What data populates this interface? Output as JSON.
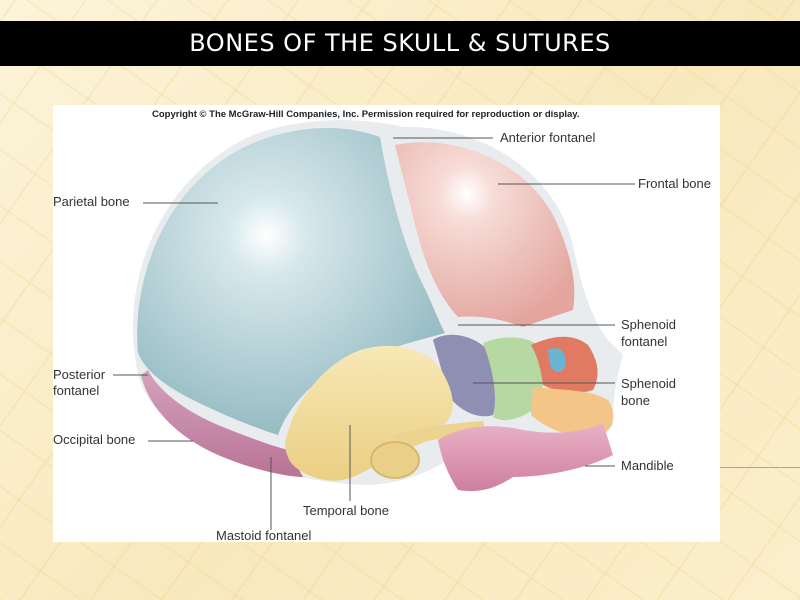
{
  "slide": {
    "title": "BONES OF THE SKULL & SUTURES"
  },
  "figure": {
    "copyright": "Copyright © The McGraw-Hill Companies, Inc. Permission required for reproduction or display.",
    "labels": {
      "anterior_fontanel": "Anterior fontanel",
      "frontal_bone": "Frontal bone",
      "parietal_bone": "Parietal bone",
      "sphenoid_fontanel_1": "Sphenoid",
      "sphenoid_fontanel_2": "fontanel",
      "posterior_fontanel_1": "Posterior",
      "posterior_fontanel_2": "fontanel",
      "sphenoid_bone_1": "Sphenoid",
      "sphenoid_bone_2": "bone",
      "occipital_bone": "Occipital bone",
      "mandible": "Mandible",
      "temporal_bone": "Temporal bone",
      "mastoid_fontanel": "Mastoid fontanel"
    }
  },
  "colors": {
    "parietal": "#a9cbd1",
    "frontal": "#eec0bb",
    "occipital": "#c98fae",
    "temporal": "#f2df9e",
    "sphenoid_green": "#b6d9a4",
    "sphenoid_orange": "#f3c586",
    "mandible": "#dd9cb4",
    "suture": "#e8ecef"
  }
}
